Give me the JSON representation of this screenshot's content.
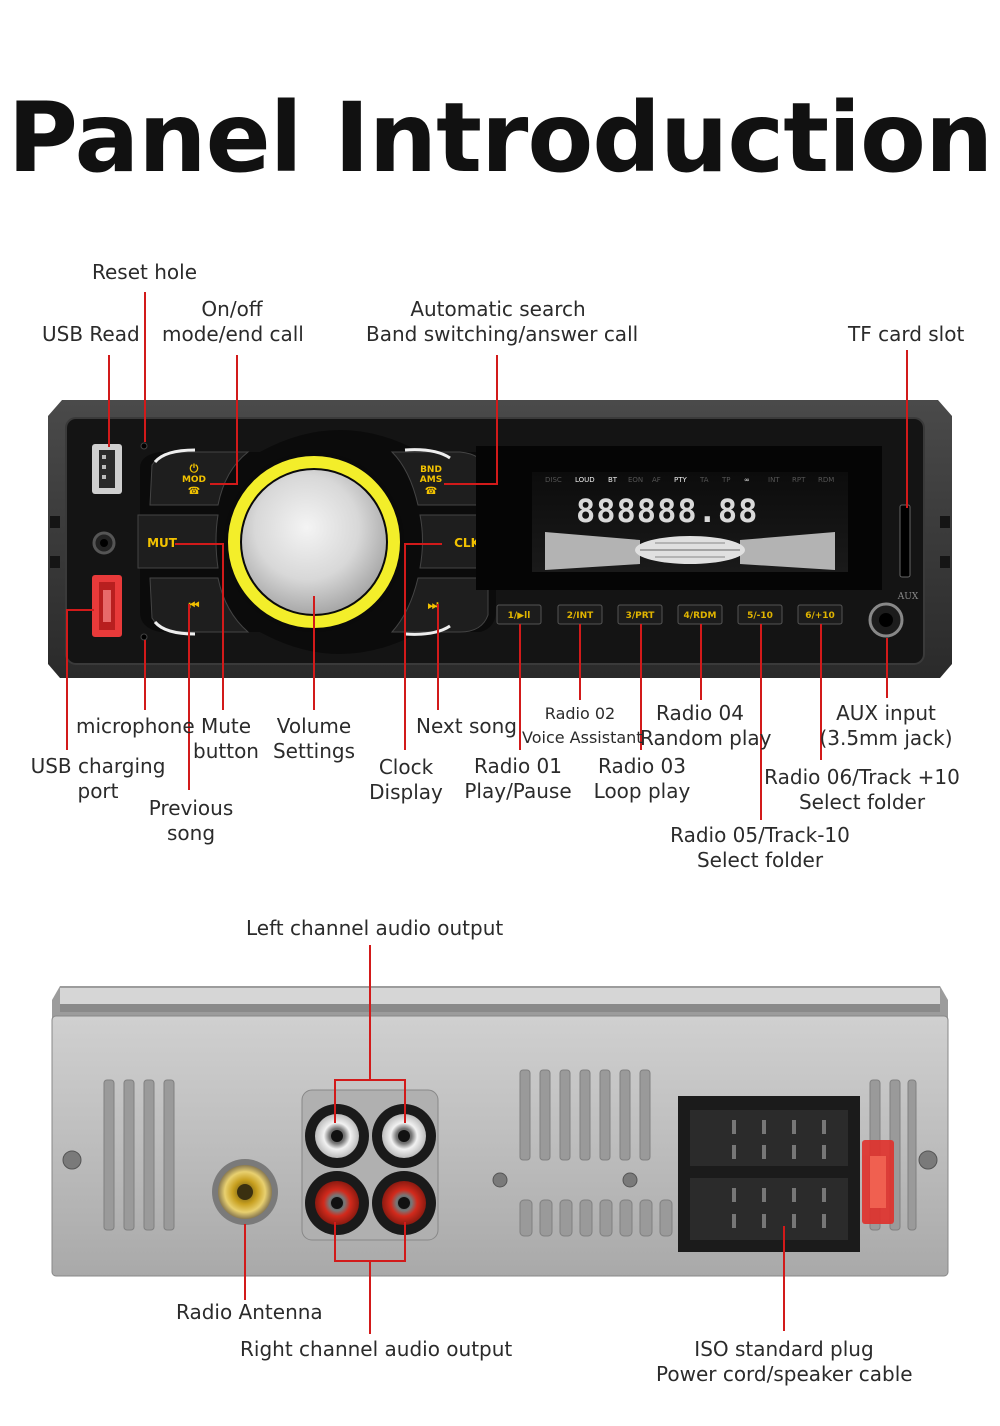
{
  "title": "Panel Introduction",
  "front_panel": {
    "buttons": {
      "mod_line1": "MOD",
      "bnd_line1": "BND",
      "bnd_line2": "AMS",
      "mut": "MUT",
      "clk": "CLK",
      "preset_1": "1/▶ll",
      "preset_2": "2/INT",
      "preset_3": "3/PRT",
      "preset_4": "4/RDM",
      "preset_5": "5/-10",
      "preset_6": "6/+10"
    },
    "display": {
      "indicators": [
        "DISC",
        "LOUD",
        "BT",
        "EON",
        "AF",
        "PTY",
        "TA",
        "TP",
        "∞",
        "INT",
        "RPT",
        "RDM"
      ],
      "segments": "888888.88"
    },
    "aux_marking": "AUX",
    "labels": {
      "reset_hole": "Reset hole",
      "usb_read": "USB Read",
      "onoff_line1": "On/off",
      "onoff_line2": "mode/end call",
      "auto_line1": "Automatic search",
      "auto_line2": "Band switching/answer call",
      "tf_slot": "TF card slot",
      "microphone": "microphone",
      "usb_charging_line1": "USB charging",
      "usb_charging_line2": "port",
      "mute_line1": "Mute",
      "mute_line2": "button",
      "prev_line1": "Previous",
      "prev_line2": "song",
      "volume_line1": "Volume",
      "volume_line2": "Settings",
      "next_song": "Next song",
      "clock_line1": "Clock",
      "clock_line2": "Display",
      "radio01_line1": "Radio 01",
      "radio01_line2": "Play/Pause",
      "radio02_line1": "Radio 02",
      "radio02_line2": "Voice Assistant",
      "radio03_line1": "Radio 03",
      "radio03_line2": "Loop play",
      "radio04_line1": "Radio 04",
      "radio04_line2": "Random play",
      "radio05_line1": "Radio 05/Track-10",
      "radio05_line2": "Select folder",
      "radio06_line1": "Radio 06/Track +10",
      "radio06_line2": "Select folder",
      "aux_line1": "AUX input",
      "aux_line2": "(3.5mm jack)"
    }
  },
  "rear_panel": {
    "labels": {
      "left_channel": "Left channel audio output",
      "radio_antenna": "Radio Antenna",
      "right_channel": "Right channel audio output",
      "iso_line1": "ISO standard plug",
      "iso_line2": "Power cord/speaker cable"
    }
  },
  "colors": {
    "leader_line": "#d21a1a",
    "button_text": "#f2c200",
    "knob_ring": "#f3ee2a",
    "usb_charge": "#e83a3a",
    "rca_white": "#e8e8e8",
    "rca_red": "#d22a1c",
    "antenna": "#c8a020",
    "iso_fuse": "#e0302a"
  }
}
